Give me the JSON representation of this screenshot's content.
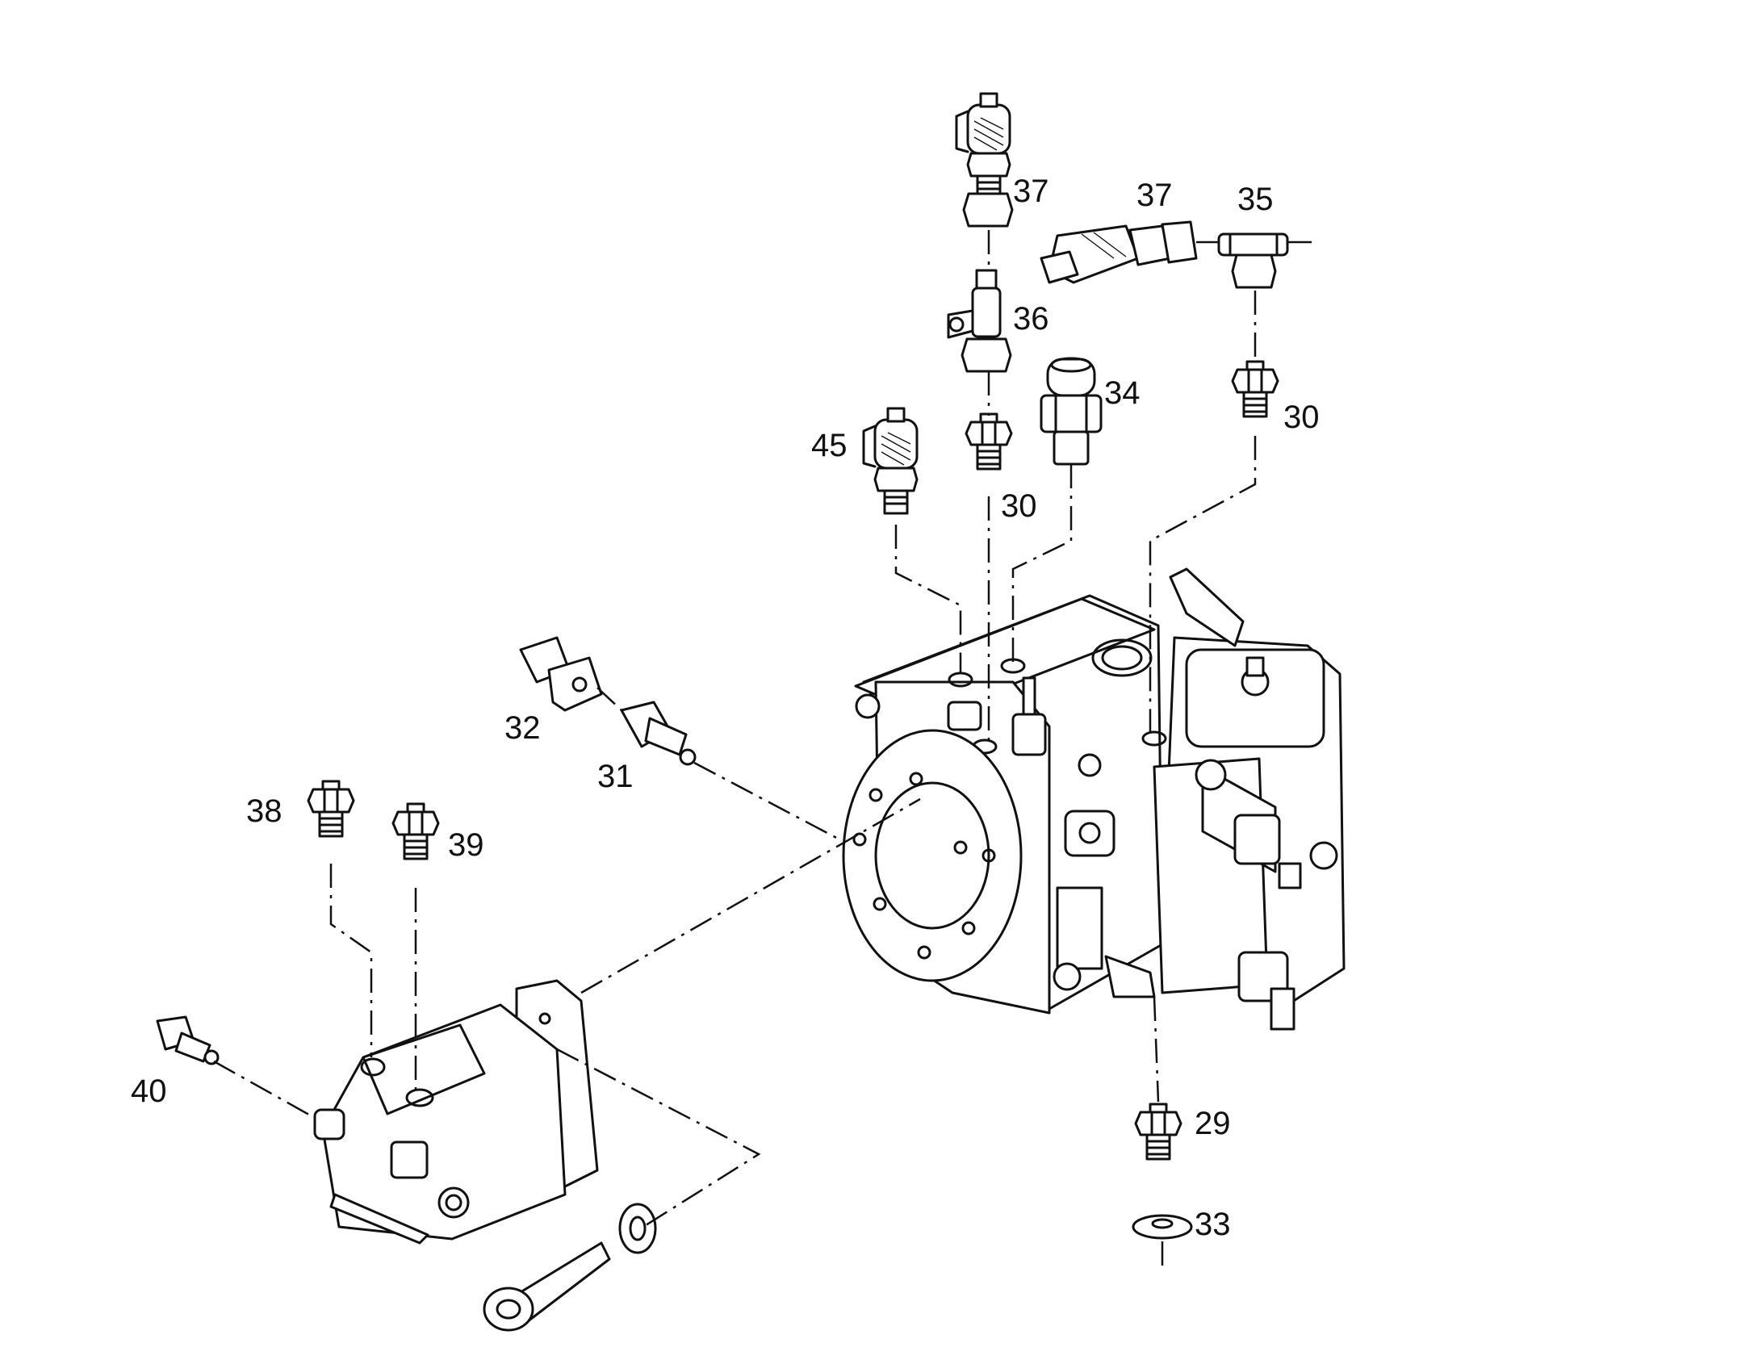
{
  "diagram": {
    "callouts": [
      "37",
      "37",
      "35",
      "36",
      "34",
      "30",
      "45",
      "30",
      "32",
      "31",
      "38",
      "39",
      "40",
      "29",
      "33"
    ]
  }
}
